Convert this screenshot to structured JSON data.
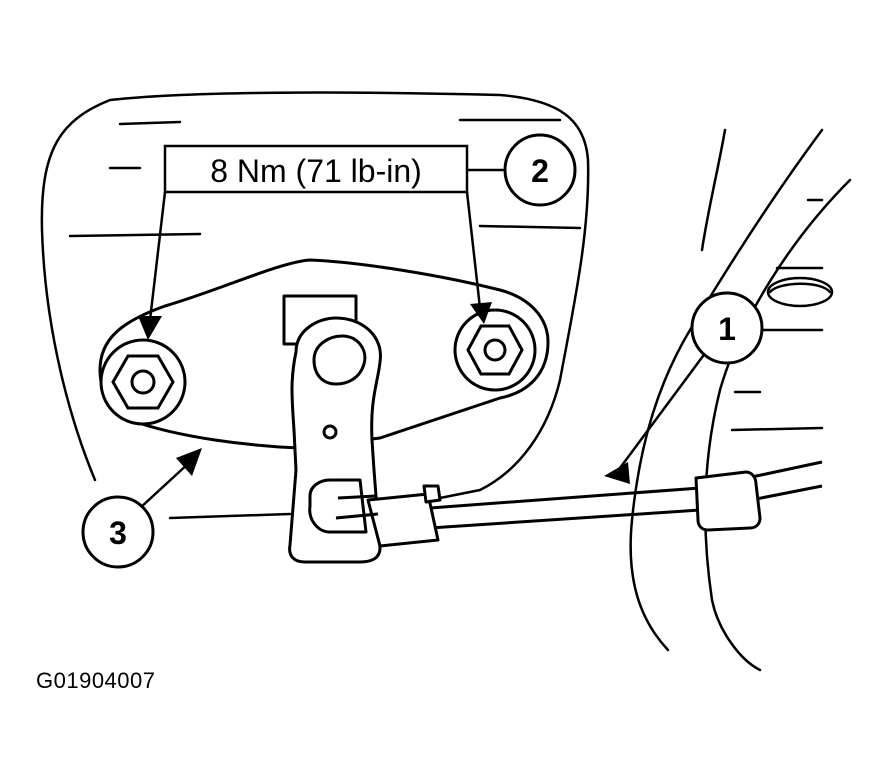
{
  "torque_spec": "8 Nm (71 lb-in)",
  "callouts": {
    "cable": "1",
    "nuts": "2",
    "bracket": "3"
  },
  "figure_id": "G01904007",
  "colors": {
    "line": "#000000",
    "background": "#ffffff"
  }
}
